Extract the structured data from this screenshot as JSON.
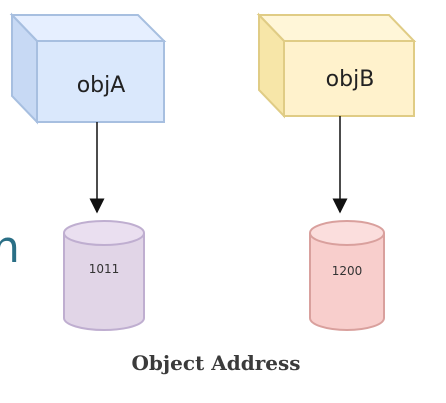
{
  "objects": [
    {
      "label": "objA",
      "color": "#dae8fc",
      "stroke": "#a7bfe0",
      "address": "1011",
      "address_color": "#e1d5e7",
      "address_stroke": "#bfaed0"
    },
    {
      "label": "objB",
      "color": "#fff2cc",
      "stroke": "#e0cc85",
      "address": "1200",
      "address_color": "#f8cecc",
      "address_stroke": "#d9a09d"
    }
  ],
  "caption": "Object Address",
  "edge_fragment": "n",
  "edge_fragment_color": "#2a6f86"
}
